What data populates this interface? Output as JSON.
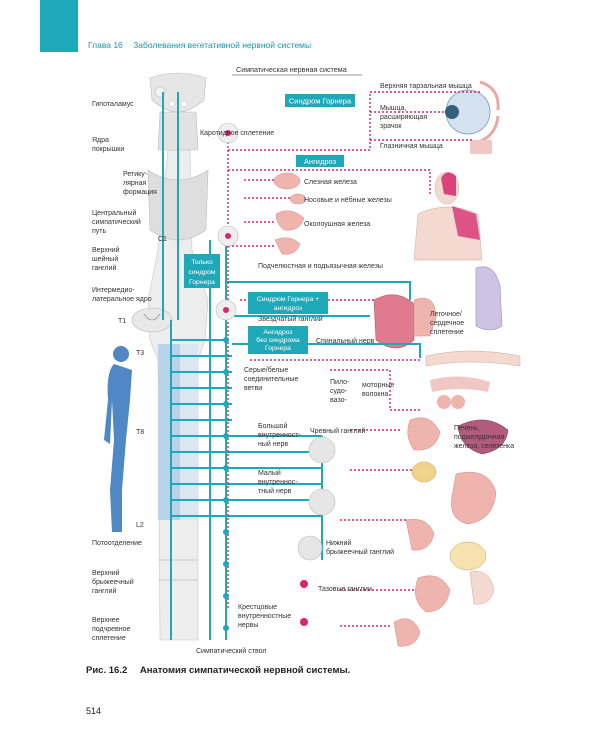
{
  "header": {
    "chapter": "Глава 16",
    "chapter_title": "Заболевания вегетативной нервной системы"
  },
  "diagram": {
    "top_title": "Симпатическая нервная система",
    "left_labels": {
      "hypothalamus": "Гипоталамус",
      "tegmentum_1": "Ядра",
      "tegmentum_2": "покрышки",
      "reticular_1": "Ретику-",
      "reticular_2": "лярная",
      "reticular_3": "формация",
      "central_1": "Центральный",
      "central_2": "симпатический",
      "central_3": "путь",
      "c1": "C1",
      "sup_cerv_1": "Верхний",
      "sup_cerv_2": "шейный",
      "sup_cerv_3": "ганглий",
      "interm_1": "Интермедио-",
      "interm_2": "латеральное ядро",
      "t1": "T1",
      "t3": "T3",
      "t8": "T8",
      "l2": "L2",
      "sweating": "Потоотделение",
      "sup_mes_1": "Верхний",
      "sup_mes_2": "брыжеечный",
      "sup_mes_3": "ганглий",
      "sup_hypo_1": "Верхнее",
      "sup_hypo_2": "подчревное",
      "sup_hypo_3": "сплетение"
    },
    "boxes": {
      "horner": "Синдром Горнера",
      "anhidrosis": "Ангидроз",
      "only_horner_1": "Только",
      "only_horner_2": "синдром",
      "only_horner_3": "Горнера",
      "horner_anhidrosis_1": "Синдром Горнера +",
      "horner_anhidrosis_2": "ангидроз",
      "anhid_no_horner_1": "Ангидроз",
      "anhid_no_horner_2": "без синдрома",
      "anhid_no_horner_3": "Горнера"
    },
    "mid_labels": {
      "carotid": "Каротидное сплетение",
      "lacrimal": "Слезная железа",
      "nasal": "Носовые и нёбные железы",
      "parotid": "Околоушная железа",
      "submand": "Подчелюстная и подъязычная железы",
      "stellate": "Звездчатый ганглий",
      "spinal_nerve": "Спинальный нерв",
      "rami_1": "Серые/белые",
      "rami_2": "соединительные",
      "rami_3": "ветви",
      "greater_1": "Большой",
      "greater_2": "внутренност-",
      "greater_3": "ный нерв",
      "celiac": "Чревный ганглий",
      "lesser_1": "Малый",
      "lesser_2": "внутреннос-",
      "lesser_3": "тный нерв",
      "inf_mes_1": "Нижний",
      "inf_mes_2": "брыжеечный ганглий",
      "pelvic": "Тазовые ганглии",
      "sacral_1": "Крестцовые",
      "sacral_2": "внутренностные",
      "sacral_3": "нервы",
      "trunk": "Симпатический ствол"
    },
    "right_labels": {
      "tarsal": "Верхняя тарзальная мышца",
      "dilator_1": "Мышца,",
      "dilator_2": "расширяющая",
      "dilator_3": "зрачок",
      "orbital": "Глазничная мышца",
      "cardiac_1": "Легочное/",
      "cardiac_2": "сердечное",
      "cardiac_3": "сплетение",
      "pilo_1": "Пило-",
      "pilo_2": "судо-",
      "pilo_3": "вазо-",
      "motor_1": "моторные",
      "motor_2": "волокна",
      "liver_1": "Печень,",
      "liver_2": "поджелудочная",
      "liver_3": "железа, селезенка"
    }
  },
  "caption": {
    "figure": "Рис. 16.2",
    "text": "Анатомия симпатической нервной системы."
  },
  "page_number": "514",
  "colors": {
    "teal": "#1fa8b8",
    "magenta": "#d6266e",
    "organ_pink": "#f0b4ae",
    "spine_gray": "#ececec",
    "blue_person": "#4f88c4"
  }
}
